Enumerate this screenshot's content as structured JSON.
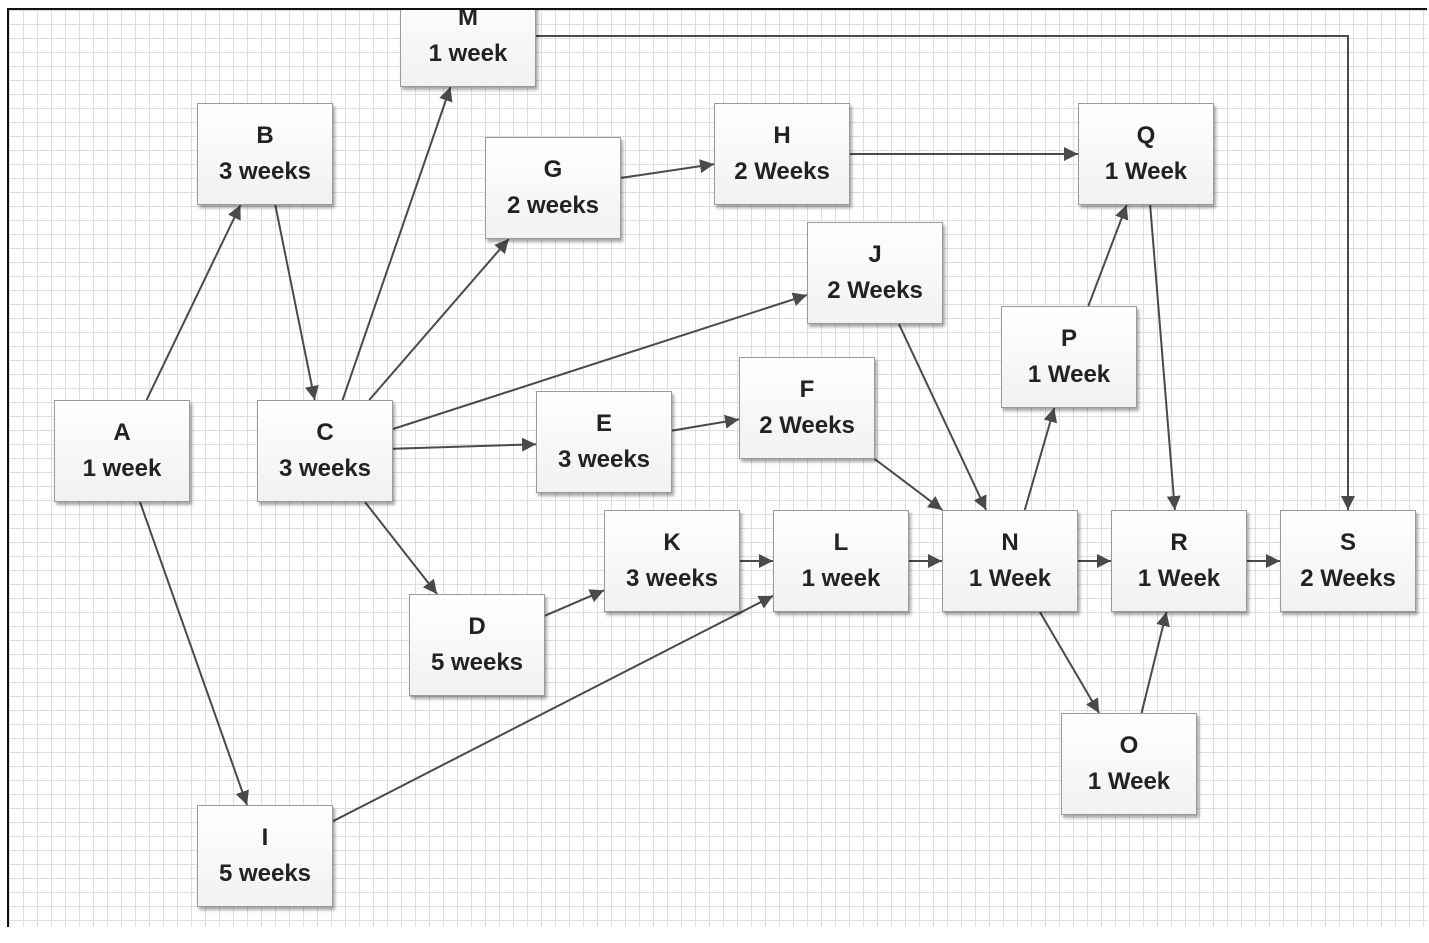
{
  "colors": {
    "arrow": "#4a4a4a",
    "box_border": "#9a9a9a",
    "grid": "#dedede",
    "text": "#222222"
  },
  "nodes": {
    "A": {
      "id": "A",
      "duration": "1 week"
    },
    "B": {
      "id": "B",
      "duration": "3 weeks"
    },
    "C": {
      "id": "C",
      "duration": "3 weeks"
    },
    "D": {
      "id": "D",
      "duration": "5 weeks"
    },
    "E": {
      "id": "E",
      "duration": "3 weeks"
    },
    "F": {
      "id": "F",
      "duration": "2 Weeks"
    },
    "G": {
      "id": "G",
      "duration": "2 weeks"
    },
    "H": {
      "id": "H",
      "duration": "2 Weeks"
    },
    "I": {
      "id": "I",
      "duration": "5 weeks"
    },
    "J": {
      "id": "J",
      "duration": "2 Weeks"
    },
    "K": {
      "id": "K",
      "duration": "3 weeks"
    },
    "L": {
      "id": "L",
      "duration": "1 week"
    },
    "M": {
      "id": "M",
      "duration": "1 week"
    },
    "N": {
      "id": "N",
      "duration": "1 Week"
    },
    "O": {
      "id": "O",
      "duration": "1 Week"
    },
    "P": {
      "id": "P",
      "duration": "1 Week"
    },
    "Q": {
      "id": "Q",
      "duration": "1 Week"
    },
    "R": {
      "id": "R",
      "duration": "1 Week"
    },
    "S": {
      "id": "S",
      "duration": "2 Weeks"
    }
  },
  "edges": [
    [
      "A",
      "B"
    ],
    [
      "A",
      "I"
    ],
    [
      "B",
      "C"
    ],
    [
      "C",
      "M"
    ],
    [
      "C",
      "G"
    ],
    [
      "C",
      "J"
    ],
    [
      "C",
      "E"
    ],
    [
      "C",
      "D"
    ],
    [
      "G",
      "H"
    ],
    [
      "H",
      "Q"
    ],
    [
      "E",
      "F"
    ],
    [
      "F",
      "N"
    ],
    [
      "J",
      "N"
    ],
    [
      "D",
      "K"
    ],
    [
      "K",
      "L"
    ],
    [
      "I",
      "L"
    ],
    [
      "L",
      "N"
    ],
    [
      "N",
      "P"
    ],
    [
      "N",
      "R"
    ],
    [
      "N",
      "O"
    ],
    [
      "O",
      "R"
    ],
    [
      "P",
      "Q"
    ],
    [
      "Q",
      "R"
    ],
    [
      "R",
      "S"
    ],
    [
      "M",
      "S"
    ]
  ]
}
